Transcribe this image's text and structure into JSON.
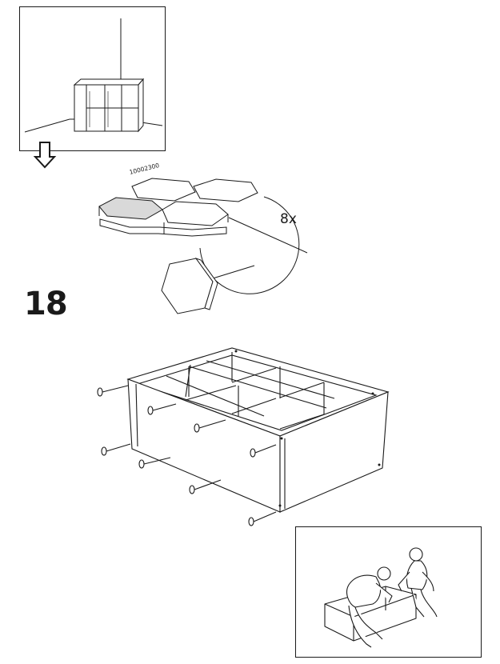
{
  "step": {
    "number": "18"
  },
  "part": {
    "code": "10002300",
    "quantity": "8x"
  },
  "icons": {
    "room": "shelf-in-room-illustration",
    "arrow": "hollow-down-arrow-icon",
    "pads": "floor-protector-pads-illustration",
    "assembly": "shelf-unit-on-side-illustration",
    "people": "two-people-lifting-illustration"
  }
}
